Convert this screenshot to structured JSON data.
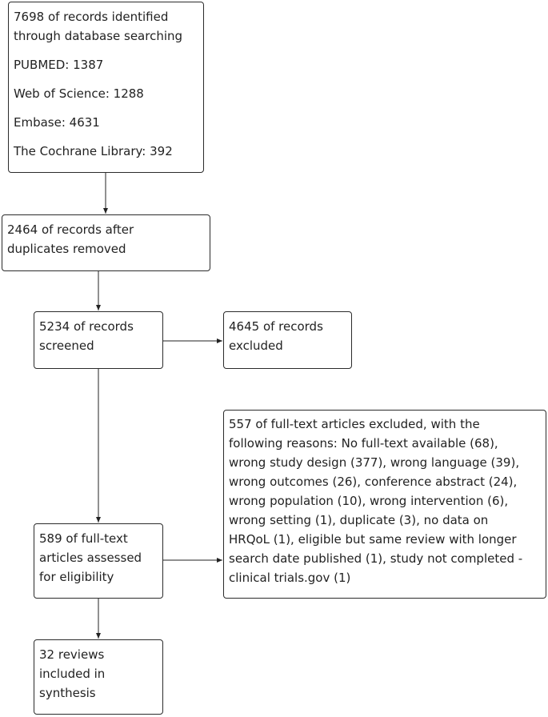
{
  "boxes": {
    "identified": {
      "title_lines": [
        "7698 of records identified",
        "through database searching"
      ],
      "sources": [
        "PUBMED: 1387",
        "Web of Science: 1288",
        "Embase: 4631",
        "The Cochrane Library: 392"
      ]
    },
    "duplicates": {
      "lines": [
        "2464 of records after",
        "duplicates removed"
      ]
    },
    "screened": {
      "lines": [
        "5234 of records",
        "screened"
      ]
    },
    "excluded": {
      "lines": [
        "4645 of records",
        "excluded"
      ]
    },
    "fulltext_excluded": {
      "lines": [
        "557 of full-text articles excluded, with the",
        "following reasons: No full-text available (68),",
        "wrong study design (377), wrong language (39),",
        "wrong outcomes (26), conference abstract (24),",
        "wrong population (10), wrong intervention (6),",
        "wrong setting (1), duplicate (3), no data on",
        "HRQoL (1), eligible but same review with longer",
        "search date published (1), study not completed -",
        "clinical trials.gov (1)"
      ]
    },
    "assessed": {
      "lines": [
        "589 of full-text",
        "articles assessed",
        "for eligibility"
      ]
    },
    "included": {
      "lines": [
        "32 reviews",
        "included in",
        "synthesis"
      ]
    }
  }
}
